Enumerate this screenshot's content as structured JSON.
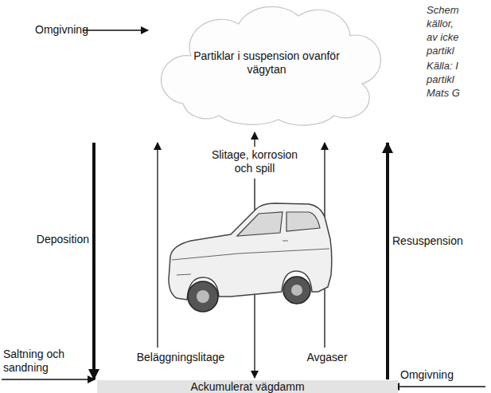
{
  "diagram": {
    "nodes": [
      {
        "text": [
          "Partiklar i suspension ovanför vägytan"
        ]
      },
      {
        "text": [
          "Ackumulerat vägdamm"
        ]
      }
    ],
    "edges": [
      {
        "from": 0,
        "to": 1,
        "arrow": "to",
        "label": "Deposition"
      },
      {
        "from": 1,
        "to": 0,
        "arrow": "to",
        "label": "Beläggningslitage"
      },
      {
        "from": 1,
        "to": 0,
        "arrow": "to",
        "label": "Avgaser"
      },
      {
        "from": 1,
        "to": 0,
        "arrow": "to",
        "label": "Resuspension"
      }
    ],
    "labels": [
      "Omgivning",
      "Saltning och sandning",
      "Omgivning",
      "Slitage, korrosion och spill",
      "Schem",
      "källor,",
      "av icke",
      "partikl",
      "Källa: I",
      "partikl",
      "Mats G"
    ]
  }
}
